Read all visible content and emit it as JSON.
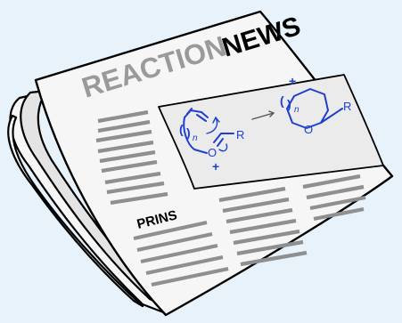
{
  "masthead": {
    "part1": "REACTION",
    "part2": "NEWS"
  },
  "headline": "PRINS",
  "scheme": {
    "reactant": {
      "ring_index": "n",
      "oxygen": "O",
      "substituent": "R",
      "charge": "+"
    },
    "product": {
      "ring_index": "n",
      "oxygen": "O",
      "substituent": "R",
      "charge": "+"
    }
  },
  "colors": {
    "background": "#e8f2fb",
    "paper": "#f6f6f6",
    "ink": "#000000",
    "masthead_gray": "#9a9a9a",
    "text_lines": "#8f8f8f",
    "chemistry": "#1f3fcf",
    "figure_box": "#ebebeb"
  }
}
